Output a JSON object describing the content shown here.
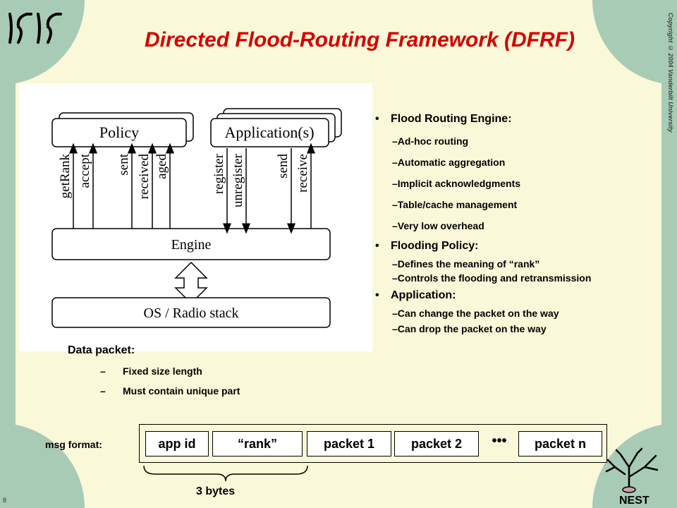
{
  "slide": {
    "title": "Directed Flood-Routing Framework (DFRF)",
    "copyright": "Copyright © 2004 Vanderbilt University",
    "slide_number": "8",
    "logo_left": "ISIS",
    "logo_right": "NEST"
  },
  "diagram": {
    "policy_label": "Policy",
    "application_label": "Application(s)",
    "engine_label": "Engine",
    "os_label": "OS / Radio stack",
    "policy_calls": [
      {
        "label": "getRank",
        "direction": "up"
      },
      {
        "label": "accept",
        "direction": "up"
      },
      {
        "label": "sent",
        "direction": "up"
      },
      {
        "label": "received",
        "direction": "up"
      },
      {
        "label": "aged",
        "direction": "up"
      }
    ],
    "application_calls": [
      {
        "label": "register",
        "direction": "down"
      },
      {
        "label": "unregister",
        "direction": "down"
      },
      {
        "label": "send",
        "direction": "down"
      },
      {
        "label": "receive",
        "direction": "up"
      }
    ]
  },
  "bullets": [
    {
      "heading": "Flood Routing Engine:",
      "items": [
        "Ad-hoc routing",
        "Automatic aggregation",
        "Implicit acknowledgments",
        "Table/cache management",
        "Very low overhead"
      ]
    },
    {
      "heading": "Flooding Policy:",
      "items": [
        "Defines the meaning of “rank”",
        "Controls the flooding and retransmission"
      ]
    },
    {
      "heading": "Application:",
      "items": [
        "Can change the packet on the way",
        "Can drop the packet on the way"
      ]
    }
  ],
  "data_packet": {
    "heading": "Data packet:",
    "items": [
      "Fixed size length",
      "Must contain unique part"
    ]
  },
  "msg_format": {
    "label": "msg format:",
    "fields": [
      "app id",
      "“rank”",
      "packet 1",
      "packet 2",
      "packet n"
    ],
    "ellipsis": "•••",
    "bytes_label": "3 bytes"
  },
  "colors": {
    "title": "#d40000",
    "background": "#f9f8d8",
    "side_band": "#a8cbb5"
  }
}
